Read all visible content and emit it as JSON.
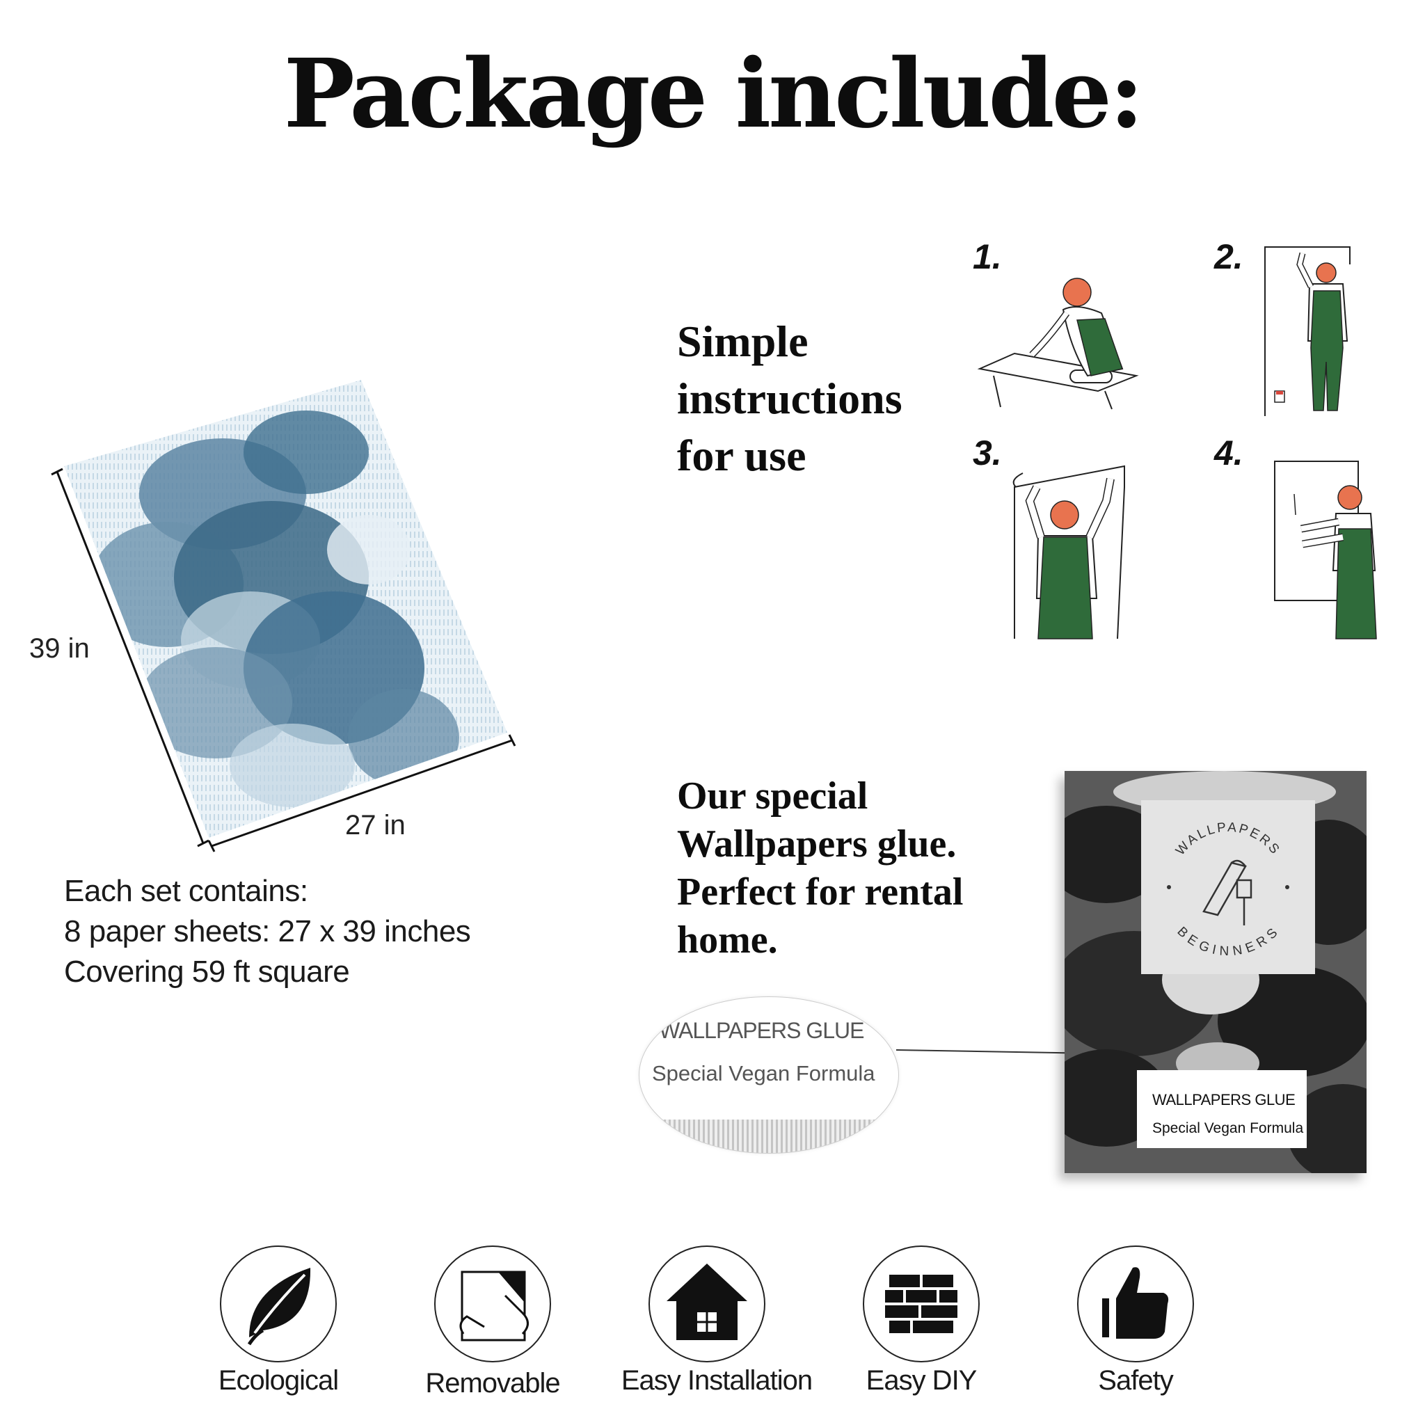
{
  "title": "Package include:",
  "sheet": {
    "height_label": "39 in",
    "width_label": "27 in"
  },
  "set_info": {
    "line1": "Each set contains:",
    "line2": "8 paper sheets: 27 x 39 inches",
    "line3": "Covering 59 ft square"
  },
  "instructions": {
    "line1": "Simple",
    "line2": "instructions",
    "line3": "for use",
    "steps": [
      "1.",
      "2.",
      "3.",
      "4."
    ]
  },
  "glue": {
    "line1": "Our special",
    "line2": "Wallpapers glue.",
    "line3": "Perfect for rental",
    "line4": "home.",
    "magnifier_line1": "WALLPAPERS GLUE",
    "magnifier_line2": "Special Vegan Formula",
    "box_label_line1": "WALLPAPERS GLUE",
    "box_label_line2": "Special Vegan Formula",
    "logo_top": "WALLPAPERS",
    "logo_bottom": "BEGINNERS"
  },
  "features": [
    {
      "label": "Ecological",
      "icon": "leaf-icon"
    },
    {
      "label": "Removable",
      "icon": "peel-hand-icon"
    },
    {
      "label": "Easy Installation",
      "icon": "house-icon"
    },
    {
      "label": "Easy DIY",
      "icon": "brick-wall-icon"
    },
    {
      "label": "Safety",
      "icon": "thumbs-up-icon"
    }
  ],
  "colors": {
    "wallpaper_blue": "#3f6f8f",
    "overall_green": "#2f6b3a",
    "hair_orange": "#e8734f"
  }
}
